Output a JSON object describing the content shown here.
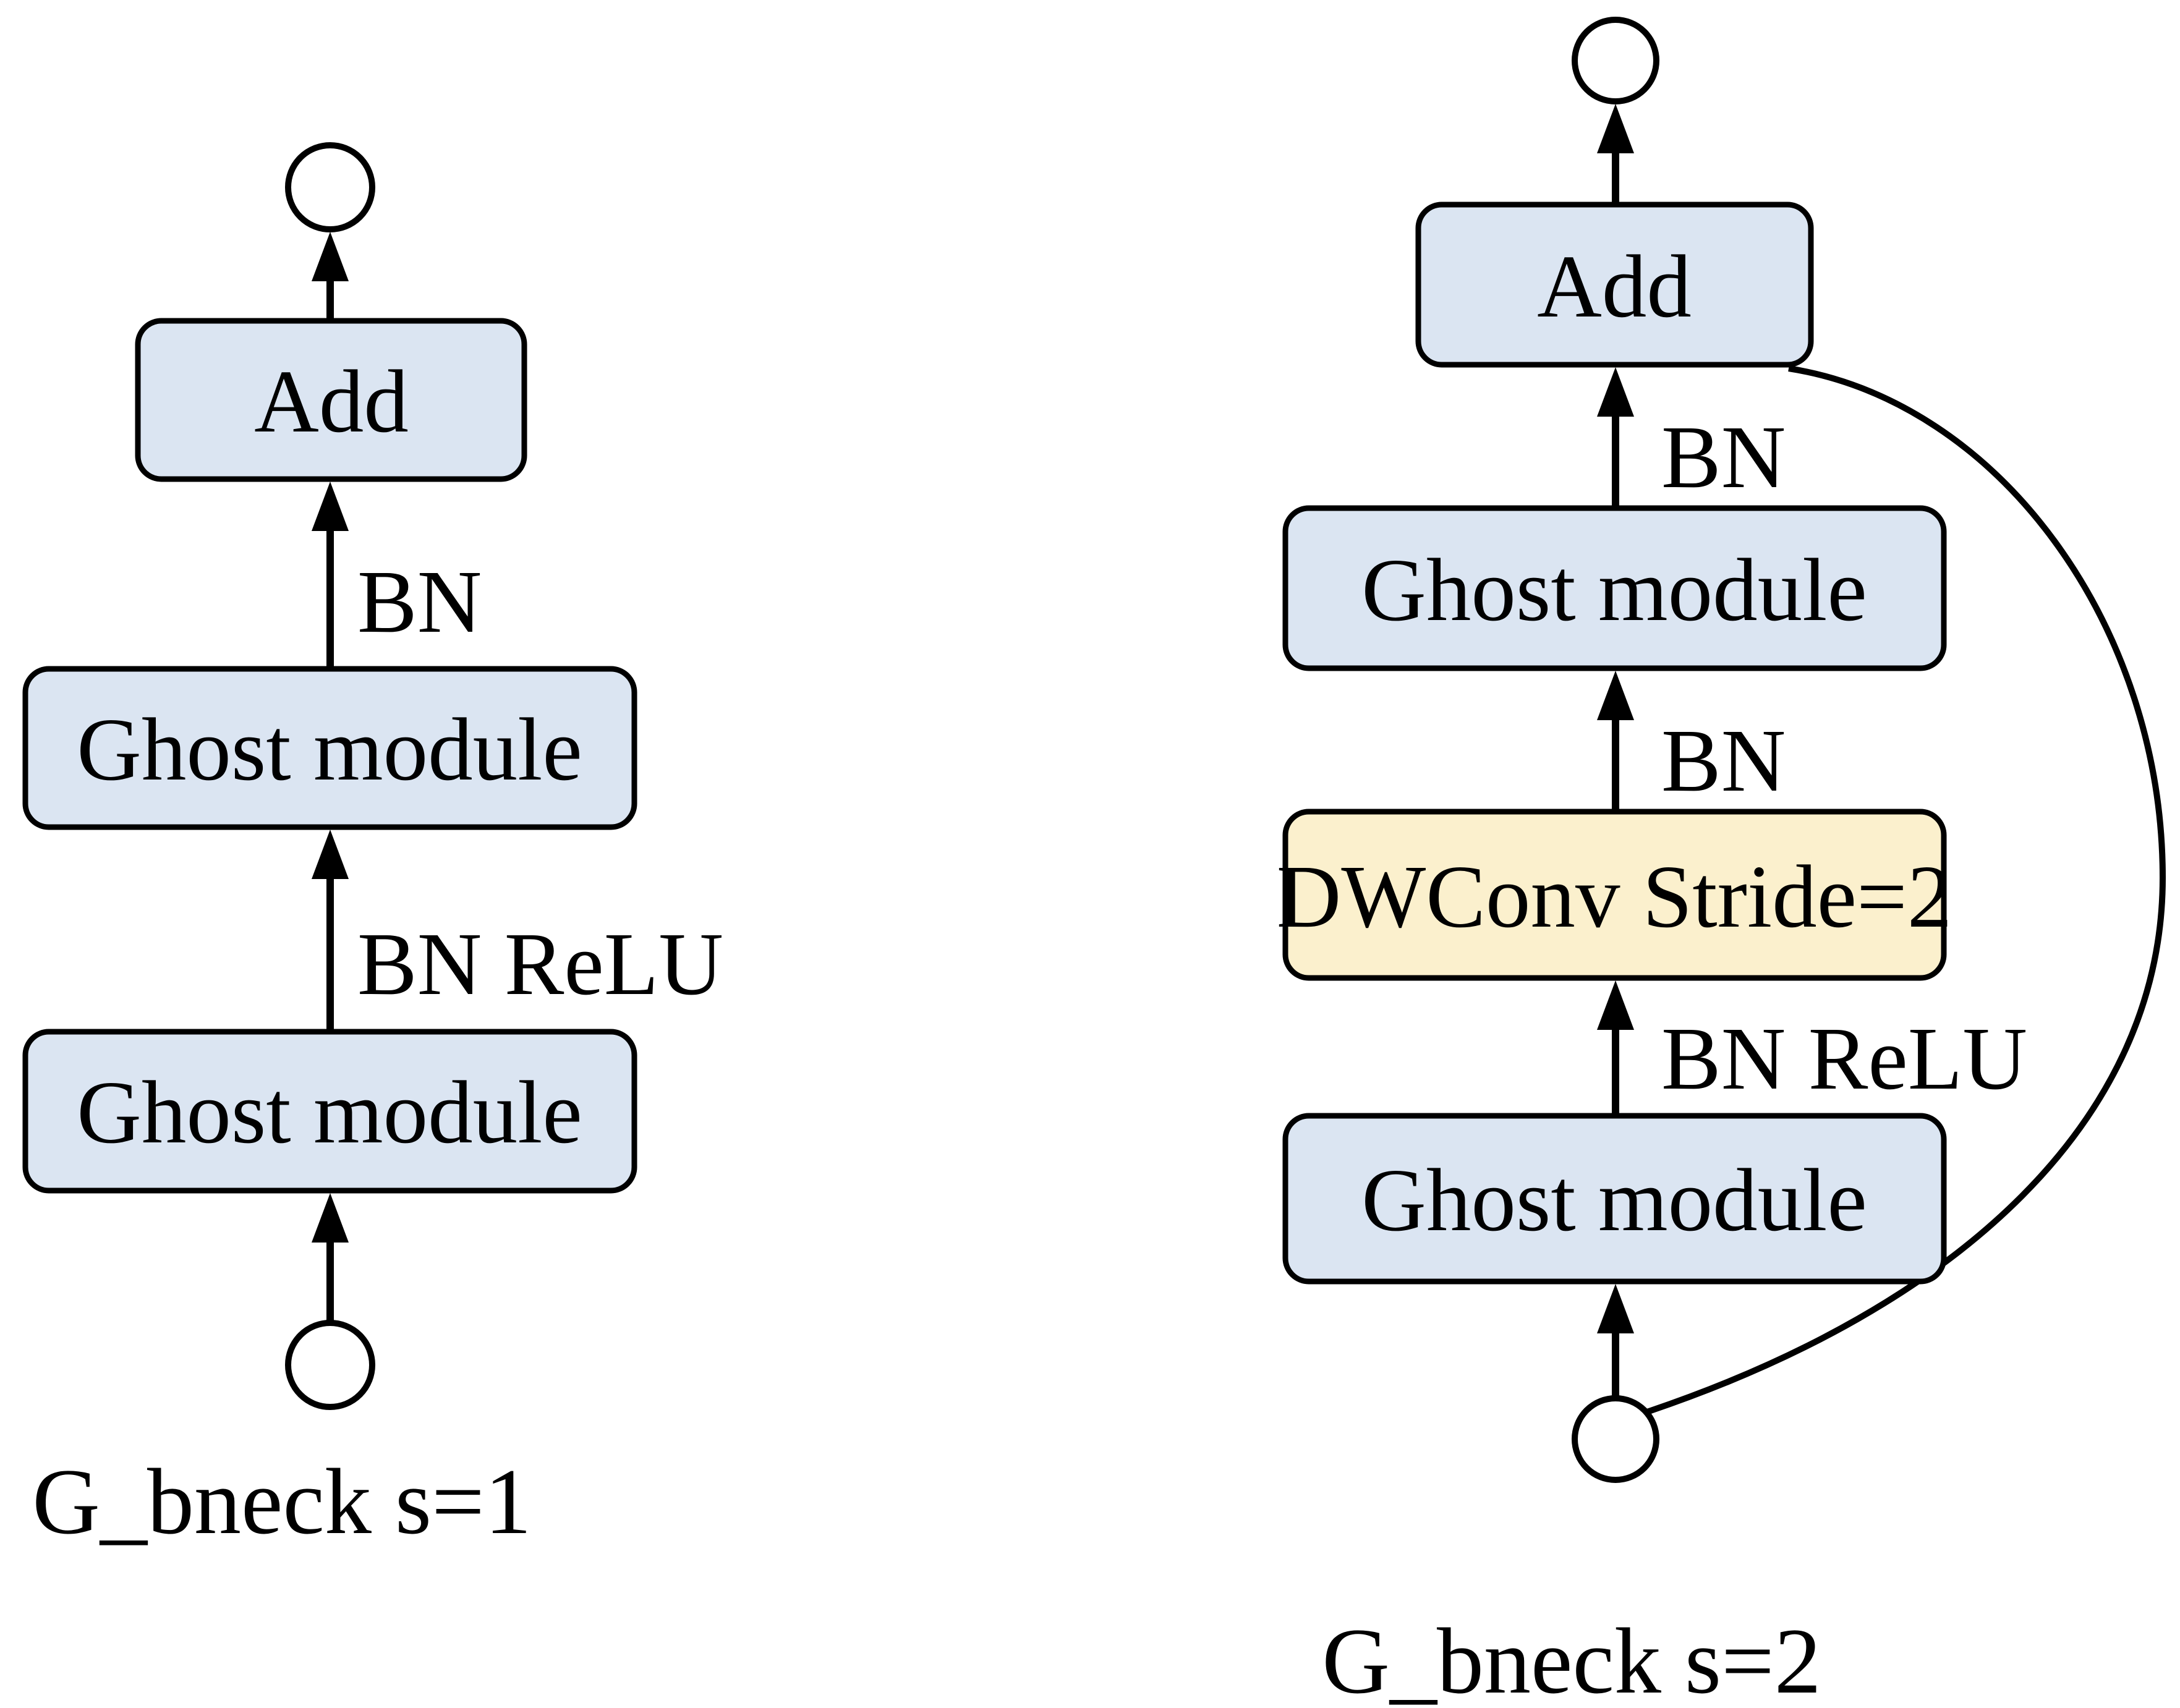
{
  "figure": {
    "colors": {
      "module_fill": "#dbe5f2",
      "dwconv_fill": "#fbf0cd",
      "stroke": "#000000",
      "background": "#ffffff"
    },
    "left_diagram": {
      "caption": "G_bneck s=1",
      "nodes": {
        "add": "Add",
        "ghost_top": "Ghost module",
        "ghost_bottom": "Ghost module"
      },
      "edge_labels": {
        "bn": "BN",
        "bn_relu": "BN ReLU"
      }
    },
    "right_diagram": {
      "caption": "G_bneck s=2",
      "nodes": {
        "add": "Add",
        "ghost_top": "Ghost module",
        "dwconv": "DWConv Stride=2",
        "ghost_bottom": "Ghost module"
      },
      "edge_labels": {
        "bn_top": "BN",
        "bn_mid": "BN",
        "bn_relu": "BN ReLU"
      }
    }
  }
}
